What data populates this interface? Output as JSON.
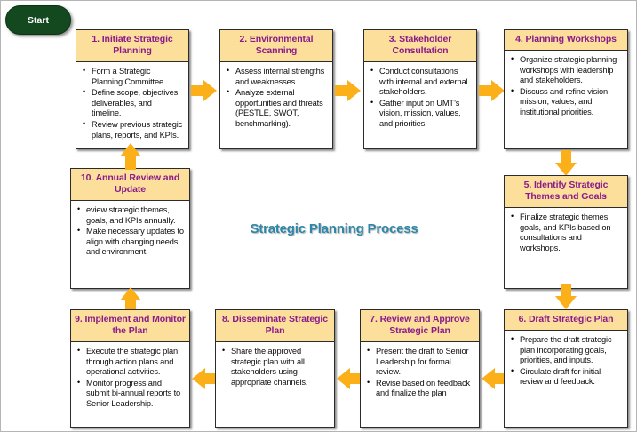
{
  "diagram": {
    "center_title": "Strategic Planning Process",
    "start_label": "Start",
    "colors": {
      "header_fill": "#FBDF9B",
      "header_text": "#8B1A8B",
      "arrow": "#FBAF18",
      "start_fill": "#14481F",
      "start_text": "#FFFFFF",
      "green_connector": "#9CC265",
      "title_text": "#2E86A8",
      "body_text": "#0D0D0D",
      "box_border": "#2B2B2B"
    },
    "nodes": [
      {
        "id": "step-1",
        "title": "1. Initiate Strategic Planning",
        "bullets": [
          "Form a Strategic Planning Committee.",
          "Define scope, objectives, deliverables, and timeline.",
          "Review previous strategic plans, reports, and KPIs."
        ]
      },
      {
        "id": "step-2",
        "title": "2. Environmental Scanning",
        "bullets": [
          "Assess internal strengths and weaknesses.",
          "Analyze external opportunities and threats (PESTLE, SWOT, benchmarking)."
        ]
      },
      {
        "id": "step-3",
        "title": "3. Stakeholder Consultation",
        "bullets": [
          "Conduct consultations with internal and external stakeholders.",
          "Gather input on UMT’s vision, mission, values, and priorities."
        ]
      },
      {
        "id": "step-4",
        "title": "4. Planning Workshops",
        "bullets": [
          "Organize strategic planning workshops with leadership and stakeholders.",
          "Discuss and refine vision, mission, values, and institutional priorities."
        ]
      },
      {
        "id": "step-5",
        "title": "5. Identify Strategic Themes and Goals",
        "bullets": [
          "Finalize strategic themes, goals, and KPIs based on consultations and workshops."
        ]
      },
      {
        "id": "step-6",
        "title": "6. Draft Strategic Plan",
        "bullets": [
          "Prepare the draft strategic plan incorporating goals, priorities, and inputs.",
          "Circulate draft for initial review and feedback."
        ]
      },
      {
        "id": "step-7",
        "title": "7. Review and Approve Strategic Plan",
        "bullets": [
          "Present the draft to Senior Leadership for formal review.",
          "Revise based on feedback and finalize the plan"
        ]
      },
      {
        "id": "step-8",
        "title": "8. Disseminate Strategic Plan",
        "bullets": [
          "Share the approved strategic plan with all stakeholders using appropriate channels."
        ]
      },
      {
        "id": "step-9",
        "title": "9. Implement and Monitor the Plan",
        "bullets": [
          "Execute the strategic plan through action plans and operational activities.",
          "Monitor progress and submit bi-annual reports to Senior Leadership."
        ]
      },
      {
        "id": "step-10",
        "title": "10. Annual Review and Update",
        "bullets": [
          "eview strategic themes, goals, and KPIs annually.",
          "Make necessary updates to align with changing needs and environment."
        ]
      }
    ]
  }
}
